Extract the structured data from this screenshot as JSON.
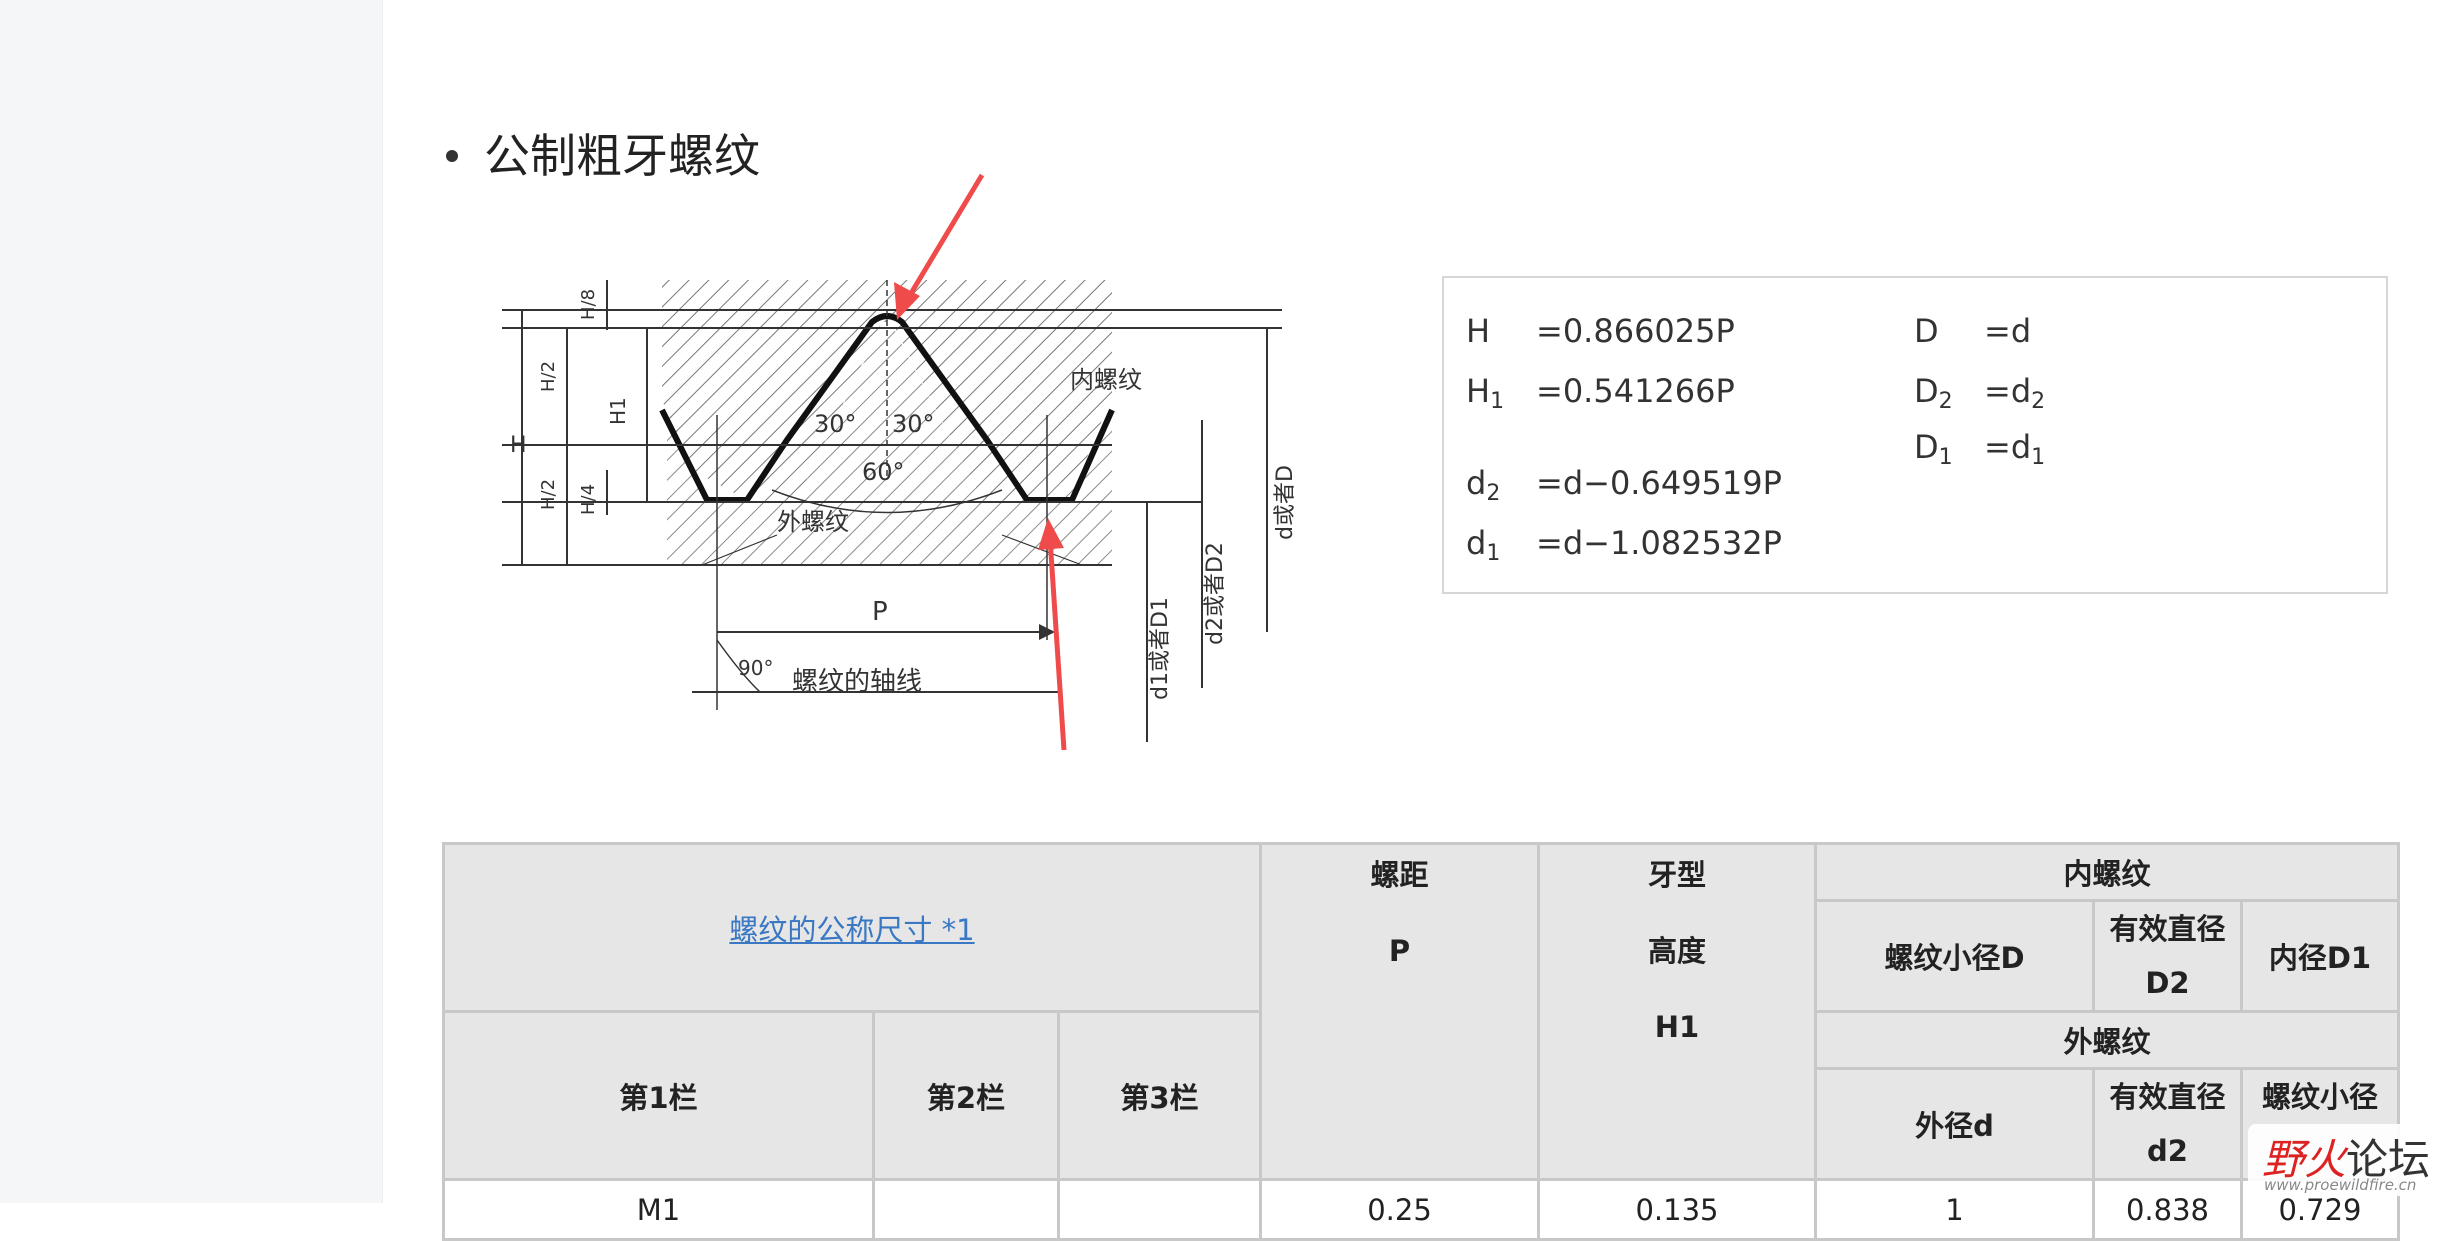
{
  "heading": "公制粗牙螺纹",
  "diagram": {
    "labels": {
      "inner_thread": "内螺纹",
      "outer_thread": "外螺纹",
      "angle_left": "30°",
      "angle_right": "30°",
      "angle_60": "60°",
      "angle_90": "90°",
      "pitch": "P",
      "axis": "螺纹的轴线",
      "H": "H",
      "H1": "H1",
      "H_2_top": "H/2",
      "H_2_bottom": "H/2",
      "H_8": "H/8",
      "H_4": "H/4",
      "d1_D1": "d1或者D1",
      "d2_D2": "d2或者D2",
      "d_D": "d或者D"
    }
  },
  "formulas": {
    "H": {
      "sym": "H",
      "expr": "=0.866025P"
    },
    "H1": {
      "sym": "H",
      "sub": "1",
      "expr": "=0.541266P"
    },
    "d2": {
      "sym": "d",
      "sub": "2",
      "expr": "=d−0.649519P"
    },
    "d1": {
      "sym": "d",
      "sub": "1",
      "expr": "=d−1.082532P"
    },
    "D": {
      "sym": "D",
      "expr": "=d"
    },
    "D2": {
      "sym": "D",
      "sub": "2",
      "expr": "=d",
      "expr_sub": "2"
    },
    "D1": {
      "sym": "D",
      "sub": "1",
      "expr": "=d",
      "expr_sub": "1"
    }
  },
  "table": {
    "nominal_size_link": "螺纹的公称尺寸 *1",
    "pitch_title": "螺距",
    "pitch_sub": "P",
    "profile_title": "牙型",
    "profile_sub": "高度",
    "profile_sub2": "H1",
    "internal_thread": "内螺纹",
    "minor_D": "螺纹小径D",
    "pitch_D2_a": "有效直径",
    "pitch_D2_b": "D2",
    "inner_D1": "内径D1",
    "external_thread": "外螺纹",
    "col1": "第1栏",
    "col2": "第2栏",
    "col3": "第3栏",
    "outer_d": "外径d",
    "pitch_d2_a": "有效直径",
    "pitch_d2_b": "d2",
    "minor_d1": "螺纹小径",
    "row1": {
      "col1": "M1",
      "col2": "",
      "col3": "",
      "pitch": "0.25",
      "h1": "0.135",
      "d": "1",
      "d2": "0.838",
      "d1": "0.729"
    }
  },
  "watermark": {
    "brand_red": "野火",
    "brand_dark": "论坛",
    "url": "www.proewildfire.cn"
  },
  "colors": {
    "link": "#3a78c3",
    "arrow": "#f04b4b",
    "table_header_bg": "#e6e6e6",
    "table_border": "#c8c8c8"
  }
}
